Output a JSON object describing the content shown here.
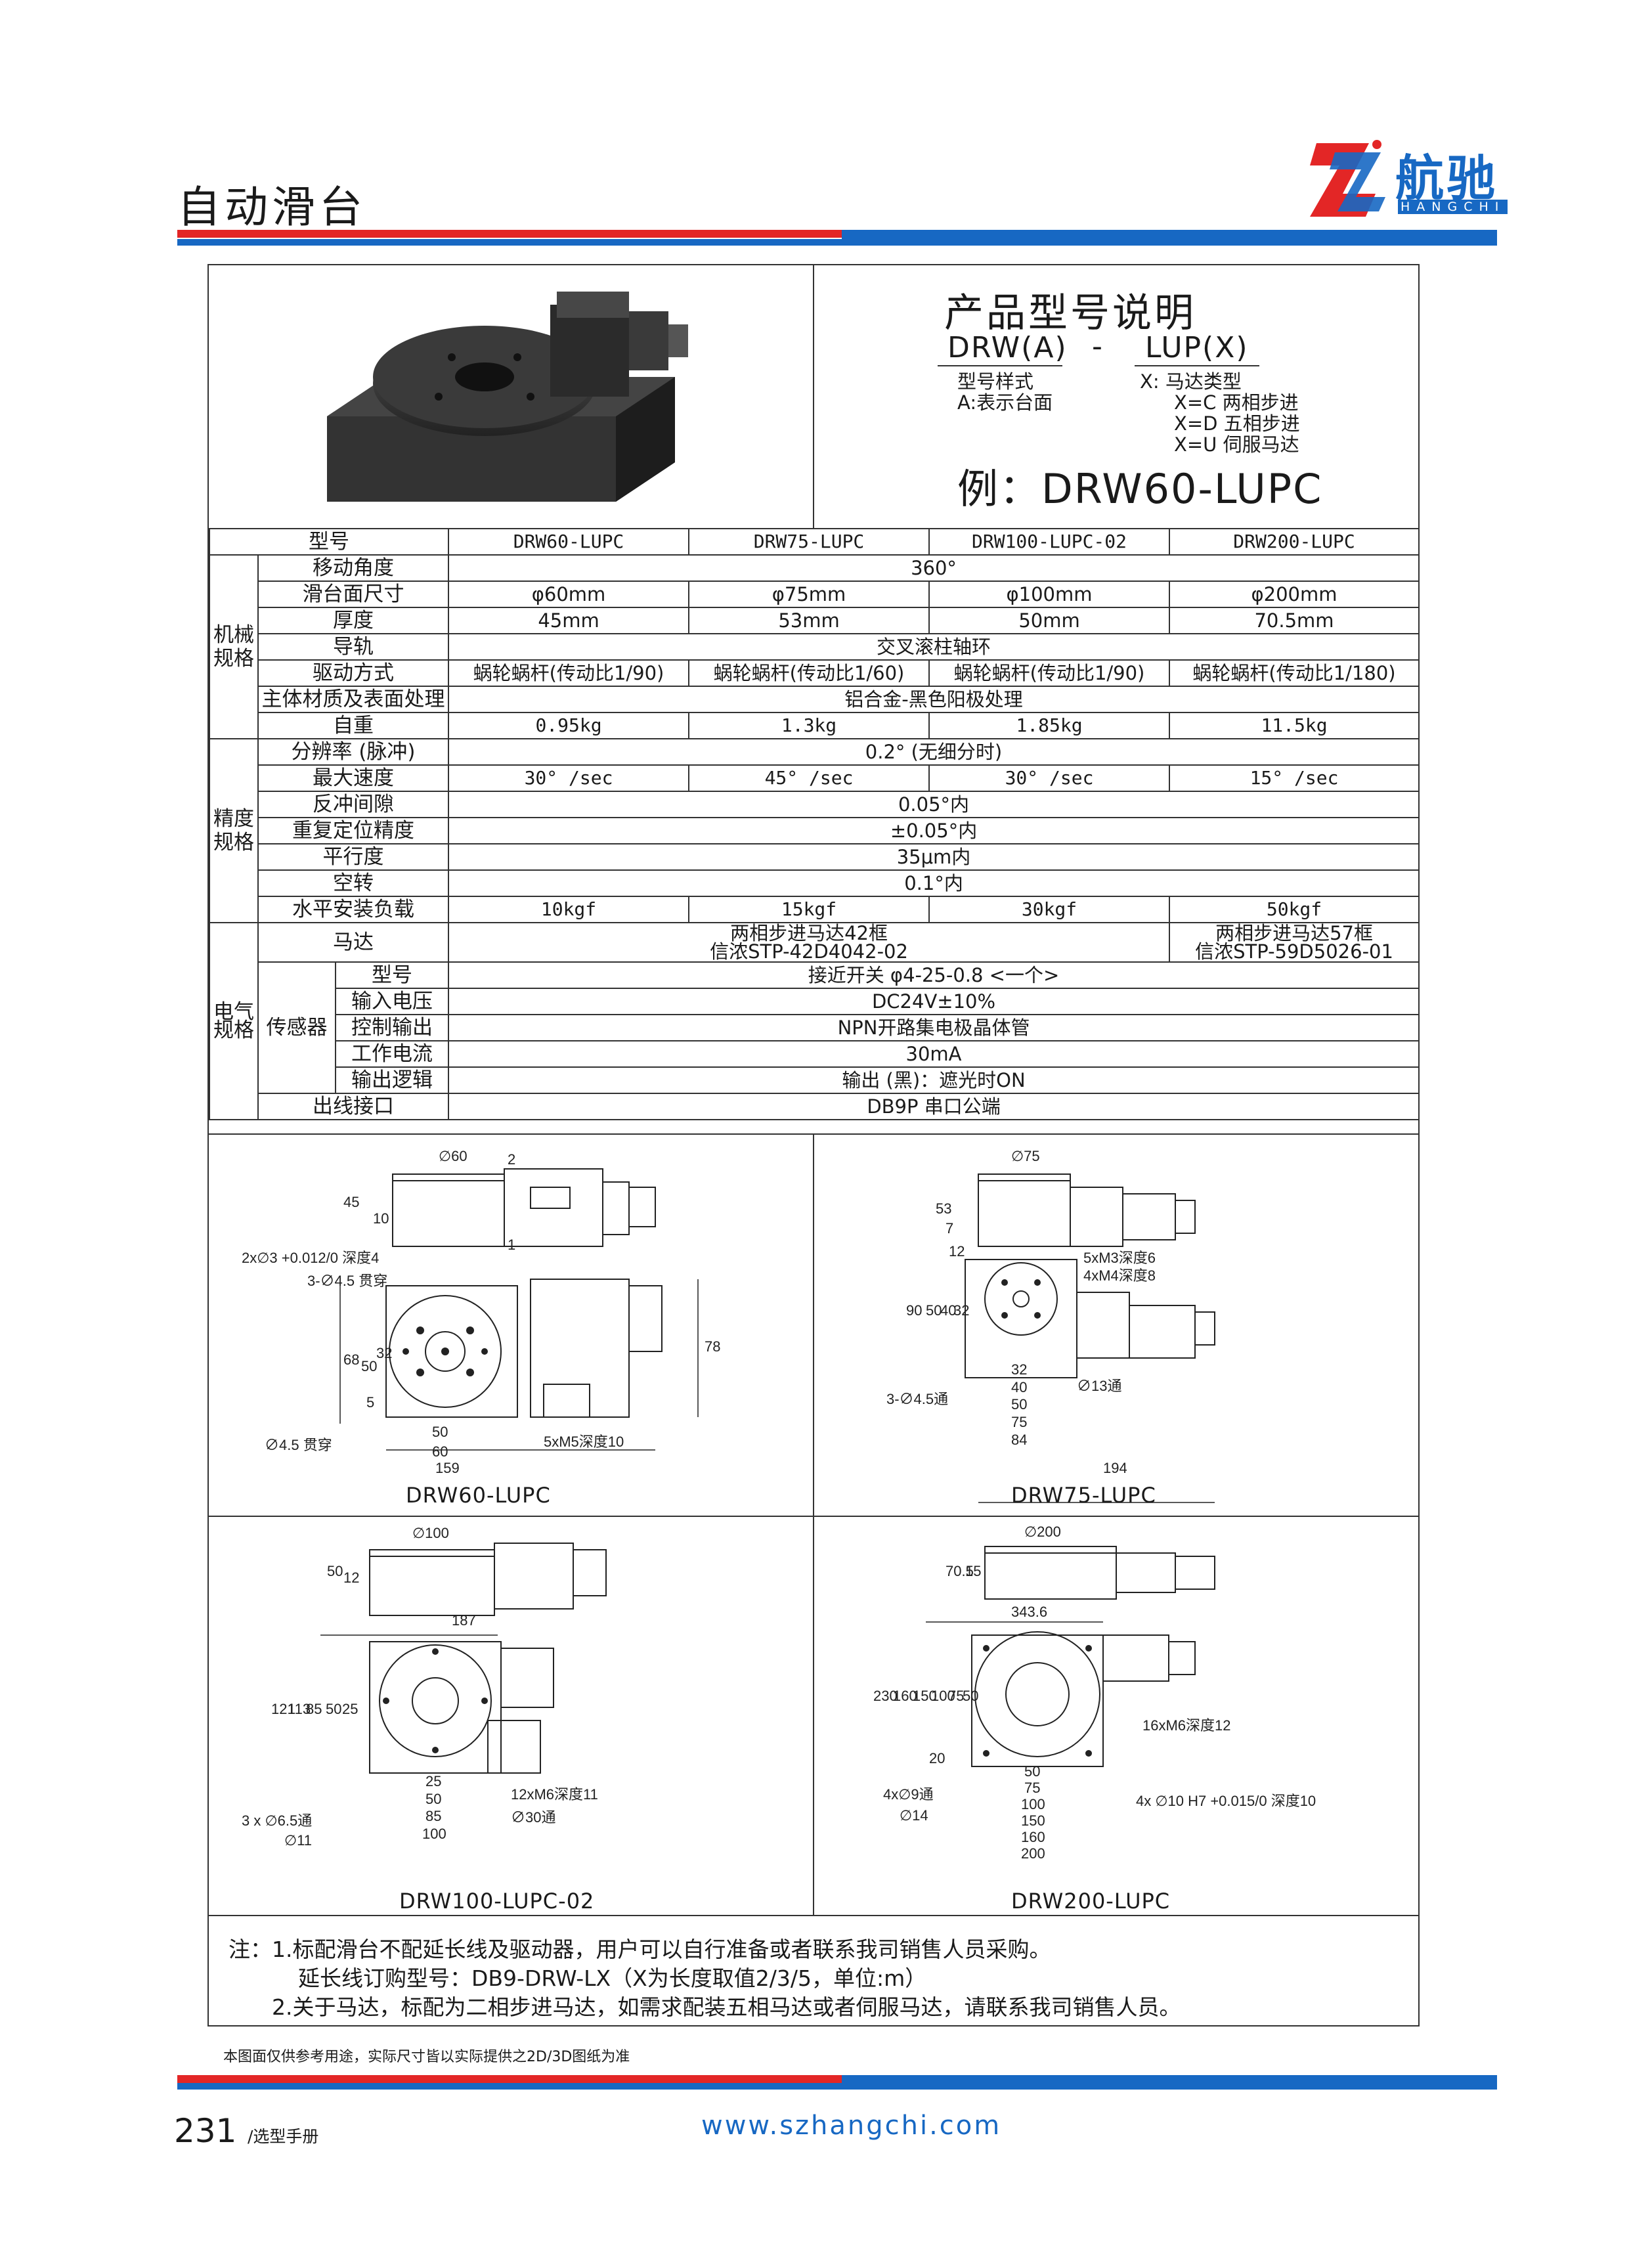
{
  "header": {
    "title": "自动滑台"
  },
  "logo": {
    "name": "航驰",
    "name_en": "HANGCHI"
  },
  "spec": {
    "title": "产品型号说明",
    "code_a": "DRW(A)",
    "code_dash": "-",
    "code_b": "LUP(X)",
    "a_lines": [
      "型号样式",
      "A:表示台面"
    ],
    "b_lines": [
      "X: 马达类型",
      "X=C 两相步进",
      "X=D 五相步进",
      "X=U 伺服马达"
    ],
    "example": "例：DRW60-LUPC"
  },
  "table": {
    "header": [
      "型号",
      "DRW60-LUPC",
      "DRW75-LUPC",
      "DRW100-LUPC-02",
      "DRW200-LUPC"
    ],
    "groups": {
      "mech": "机械规格",
      "prec": "精度规格",
      "elec": "电气规格",
      "sensor": "传感器"
    },
    "rows": {
      "angle": {
        "label": "移动角度",
        "value": "360°"
      },
      "size": {
        "label": "滑台面尺寸",
        "values": [
          "φ60mm",
          "φ75mm",
          "φ100mm",
          "φ200mm"
        ]
      },
      "thick": {
        "label": "厚度",
        "values": [
          "45mm",
          "53mm",
          "50mm",
          "70.5mm"
        ]
      },
      "rail": {
        "label": "导轨",
        "value": "交叉滚柱轴环"
      },
      "drive": {
        "label": "驱动方式",
        "values": [
          "蜗轮蜗杆(传动比1/90)",
          "蜗轮蜗杆(传动比1/60)",
          "蜗轮蜗杆(传动比1/90)",
          "蜗轮蜗杆(传动比1/180)"
        ]
      },
      "material": {
        "label": "主体材质及表面处理",
        "value": "铝合金-黑色阳极处理"
      },
      "weight": {
        "label": "自重",
        "values": [
          "0.95kg",
          "1.3kg",
          "1.85kg",
          "11.5kg"
        ]
      },
      "resolution": {
        "label": "分辨率 (脉冲)",
        "value": "0.2°  (无细分时)"
      },
      "speed": {
        "label": "最大速度",
        "values": [
          "30° /sec",
          "45° /sec",
          "30° /sec",
          "15° /sec"
        ]
      },
      "backlash": {
        "label": "反冲间隙",
        "value": "0.05°内"
      },
      "repeat": {
        "label": "重复定位精度",
        "value": "±0.05°内"
      },
      "parallel": {
        "label": "平行度",
        "value": "35μm内"
      },
      "idle": {
        "label": "空转",
        "value": "0.1°内"
      },
      "load": {
        "label": "水平安装负载",
        "values": [
          "10kgf",
          "15kgf",
          "30kgf",
          "50kgf"
        ]
      },
      "motor": {
        "label": "马达",
        "value_a1": "两相步进马达42框",
        "value_a2": "信浓STP-42D4042-02",
        "value_b1": "两相步进马达57框",
        "value_b2": "信浓STP-59D5026-01"
      },
      "s_model": {
        "label": "型号",
        "value": "接近开关 φ4-25-0.8 <一个>"
      },
      "s_volt": {
        "label": "输入电压",
        "value": "DC24V±10%"
      },
      "s_out": {
        "label": "控制输出",
        "value": "NPN开路集电极晶体管"
      },
      "s_cur": {
        "label": "工作电流",
        "value": "30mA"
      },
      "s_logic": {
        "label": "输出逻辑",
        "value": "输出 (黑)：遮光时ON"
      },
      "conn": {
        "label": "出线接口",
        "value": "DB9P 串口公端"
      }
    }
  },
  "drawings": {
    "d60": {
      "caption": "DRW60-LUPC",
      "dims": [
        "∅60",
        "45",
        "10",
        "2",
        "1",
        "2x∅3 +0.012/0 深度4",
        "3-∅4.5 贯穿",
        "68",
        "50",
        "32",
        "5",
        "50",
        "60",
        "159",
        "78",
        "∅4.5 贯穿",
        "5xM5深度10"
      ]
    },
    "d75": {
      "caption": "DRW75-LUPC",
      "dims": [
        "∅75",
        "53",
        "7",
        "12",
        "90",
        "50",
        "40",
        "32",
        "5xM3深度6",
        "4xM4深度8",
        "∅13通",
        "3-∅4.5通",
        "32",
        "40",
        "50",
        "75",
        "84",
        "194"
      ]
    },
    "d100": {
      "caption": "DRW100-LUPC-02",
      "dims": [
        "∅100",
        "50",
        "12",
        "187",
        "121",
        "113",
        "85",
        "50",
        "25",
        "3 x ∅6.5通",
        "∅11",
        "25",
        "50",
        "85",
        "100",
        "12xM6深度11",
        "∅30通"
      ]
    },
    "d200": {
      "caption": "DRW200-LUPC",
      "dims": [
        "∅200",
        "70.5",
        "15",
        "343.6",
        "230",
        "160",
        "150",
        "100",
        "75",
        "50",
        "20",
        "16xM6深度12",
        "4x ∅10 H7 +0.015/0 深度10",
        "4x∅9通",
        "∅14",
        "50",
        "75",
        "100",
        "150",
        "160",
        "200"
      ]
    }
  },
  "notes": {
    "line1": "注：1.标配滑台不配延长线及驱动器，用户可以自行准备或者联系我司销售人员采购。",
    "line2": "延长线订购型号：DB9-DRW-LX（X为长度取值2/3/5，单位:m）",
    "line3": "2.关于马达，标配为二相步进马达，如需求配装五相马达或者伺服马达，请联系我司销售人员。"
  },
  "footer": {
    "disclaimer": "本图面仅供参考用途，实际尺寸皆以实际提供之2D/3D图纸为准",
    "page": "231",
    "page_suffix": "/选型手册",
    "website": "www.szhangchi.com"
  }
}
